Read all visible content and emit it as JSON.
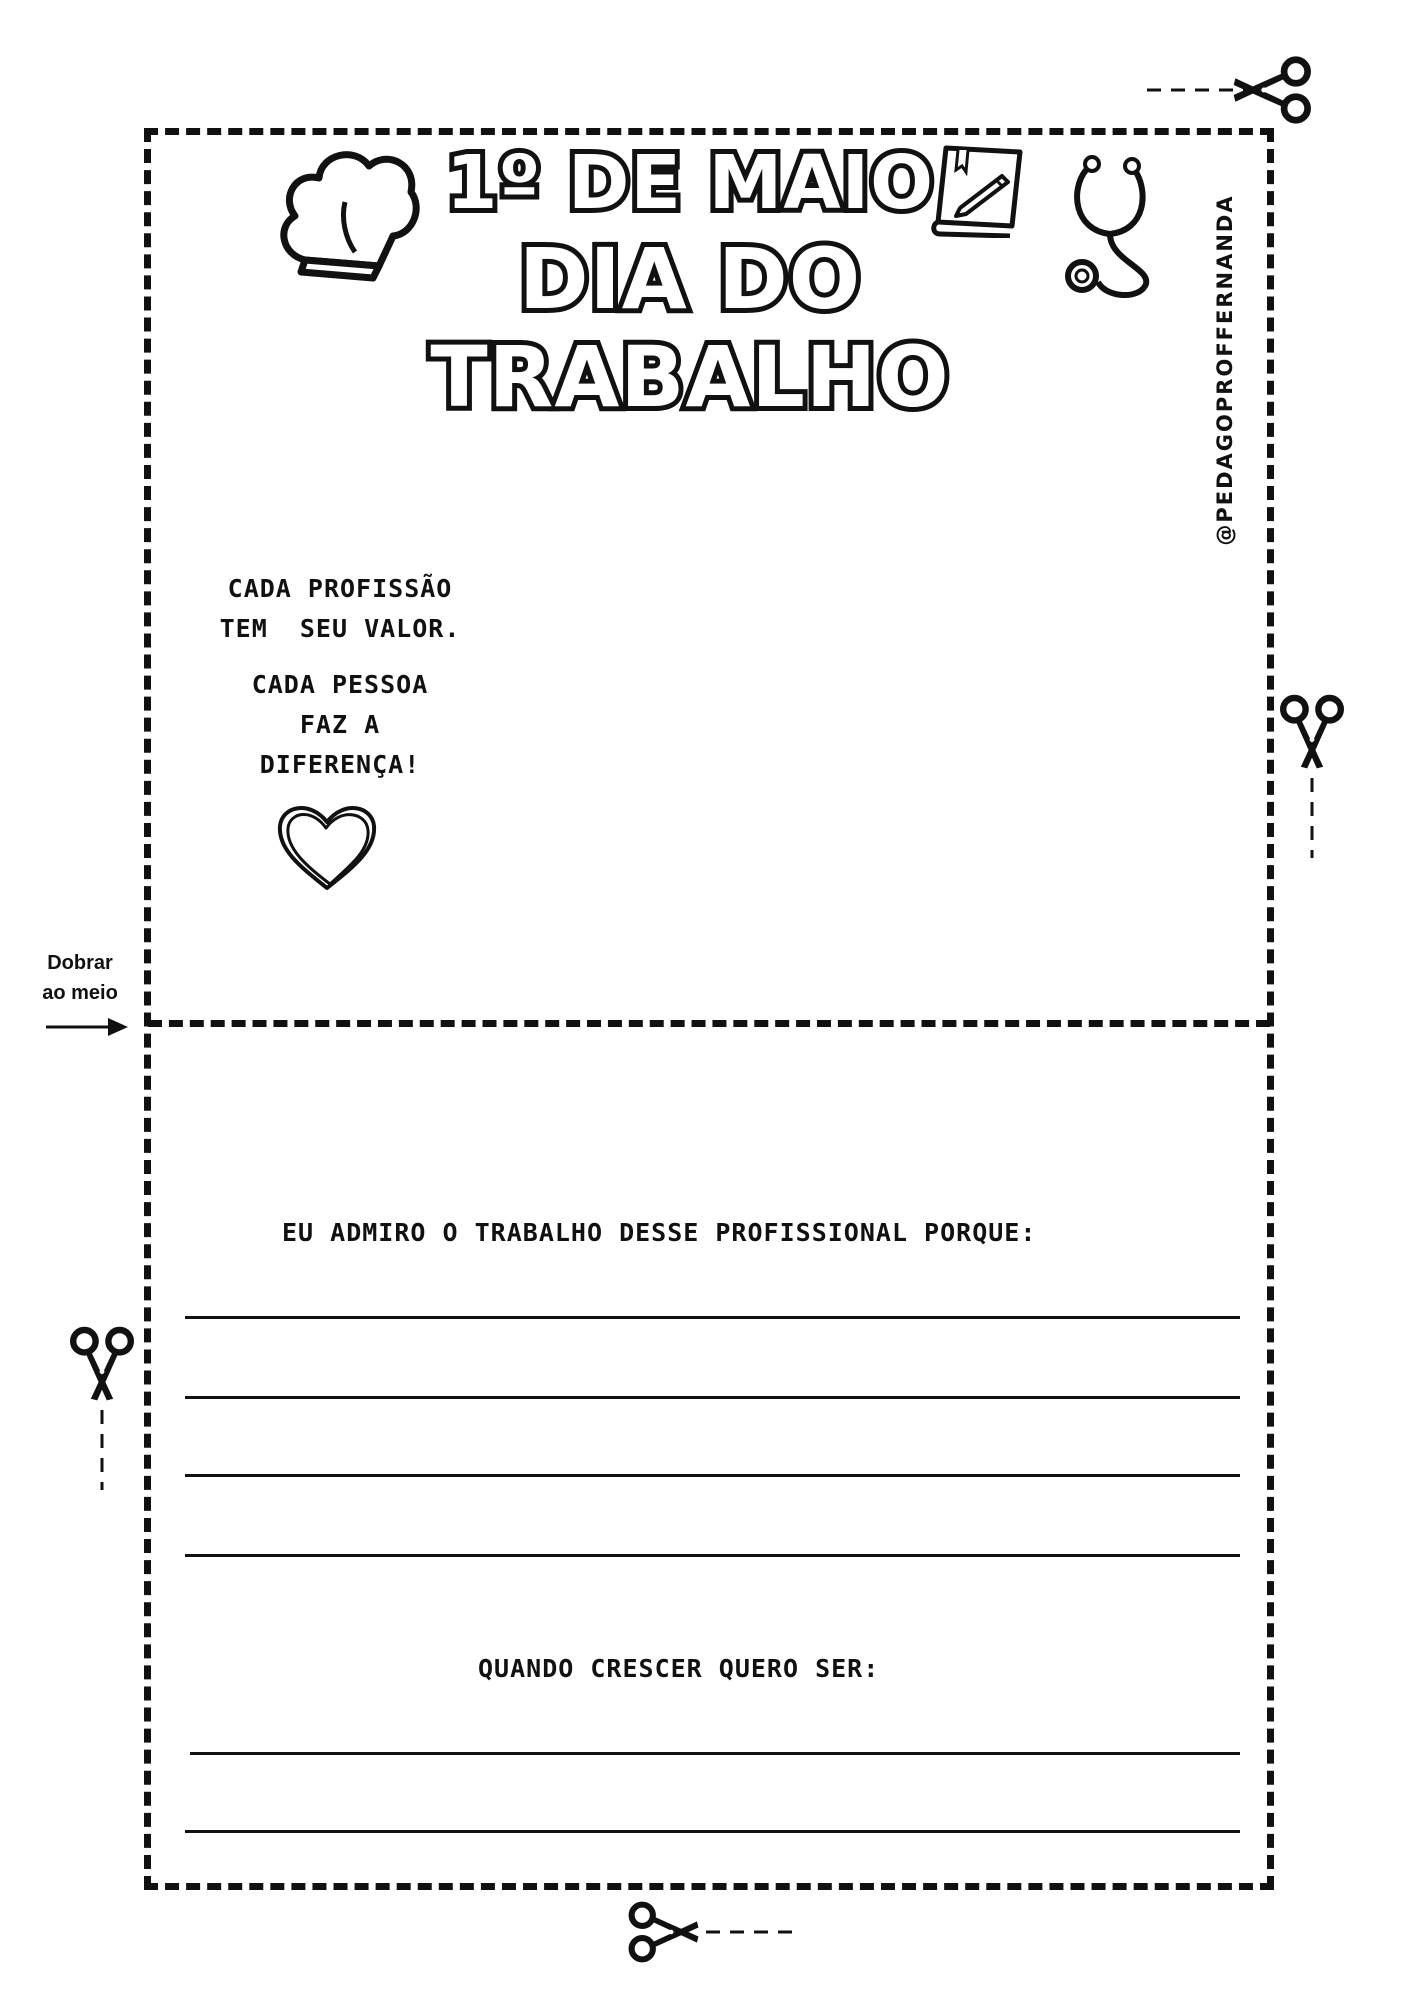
{
  "header": {
    "title_line1": "1º DE MAIO",
    "title_line2": "DIA DO TRABALHO",
    "handle": "@PEDAGOPROFFERNANDA"
  },
  "front": {
    "quote_lines": [
      "CADA PROFISSÃO",
      "TEM  SEU VALOR.",
      "CADA PESSOA",
      "FAZ A",
      "DIFERENÇA!"
    ]
  },
  "fold": {
    "label_line1": "Dobrar",
    "label_line2": "ao meio"
  },
  "back": {
    "prompt_admire": "EU ADMIRO O TRABALHO DESSE PROFISSIONAL PORQUE:",
    "prompt_future": "QUANDO CRESCER QUERO SER:"
  },
  "icons": {
    "chef_hat": "chef-hat-icon",
    "book": "book-pen-icon",
    "stethoscope": "stethoscope-icon",
    "heart": "heart-icon",
    "scissors": "scissors-icon",
    "arrow": "arrow-right-icon"
  },
  "colors": {
    "ink": "#111111",
    "paper": "#ffffff"
  }
}
